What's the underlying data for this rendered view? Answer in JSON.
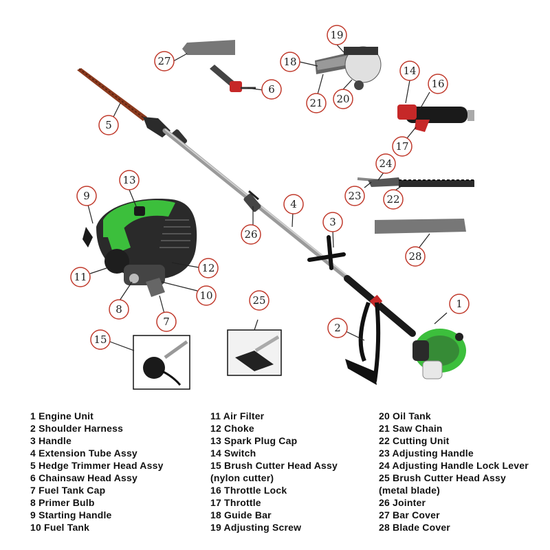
{
  "callout_numbers": [
    "1",
    "2",
    "3",
    "4",
    "5",
    "6",
    "7",
    "8",
    "9",
    "10",
    "11",
    "12",
    "13",
    "14",
    "15",
    "16",
    "17",
    "18",
    "19",
    "20",
    "21",
    "22",
    "23",
    "24",
    "25",
    "26",
    "27",
    "28"
  ],
  "legend": {
    "col1": [
      "1 Engine Unit",
      "2 Shoulder Harness",
      "3 Handle",
      "4 Extension Tube Assy",
      "5 Hedge Trimmer Head Assy",
      "6 Chainsaw Head Assy",
      "7 Fuel Tank Cap",
      "8 Primer Bulb",
      "9 Starting Handle",
      "10 Fuel Tank"
    ],
    "col2": [
      "11 Air Filter",
      "12 Choke",
      "13 Spark Plug Cap",
      "14 Switch",
      "15 Brush Cutter Head Assy",
      "(nylon cutter)",
      "16 Throttle Lock",
      "17 Throttle",
      "18 Guide Bar",
      "19 Adjusting Screw"
    ],
    "col3": [
      "20 Oil Tank",
      "21 Saw Chain",
      "22 Cutting Unit",
      "23 Adjusting Handle",
      "24 Adjusting Handle Lock Lever",
      "25 Brush Cutter Head Assy",
      "(metal blade)",
      "26 Jointer",
      "27 Bar Cover",
      "28 Blade Cover"
    ]
  },
  "colors": {
    "engine_green": "#3cbf3c",
    "callout_circle": "#c0392b",
    "hedge_blade": "#8b3a1e",
    "tube_grey": "#9a9a9a",
    "cover_grey": "#777777"
  }
}
